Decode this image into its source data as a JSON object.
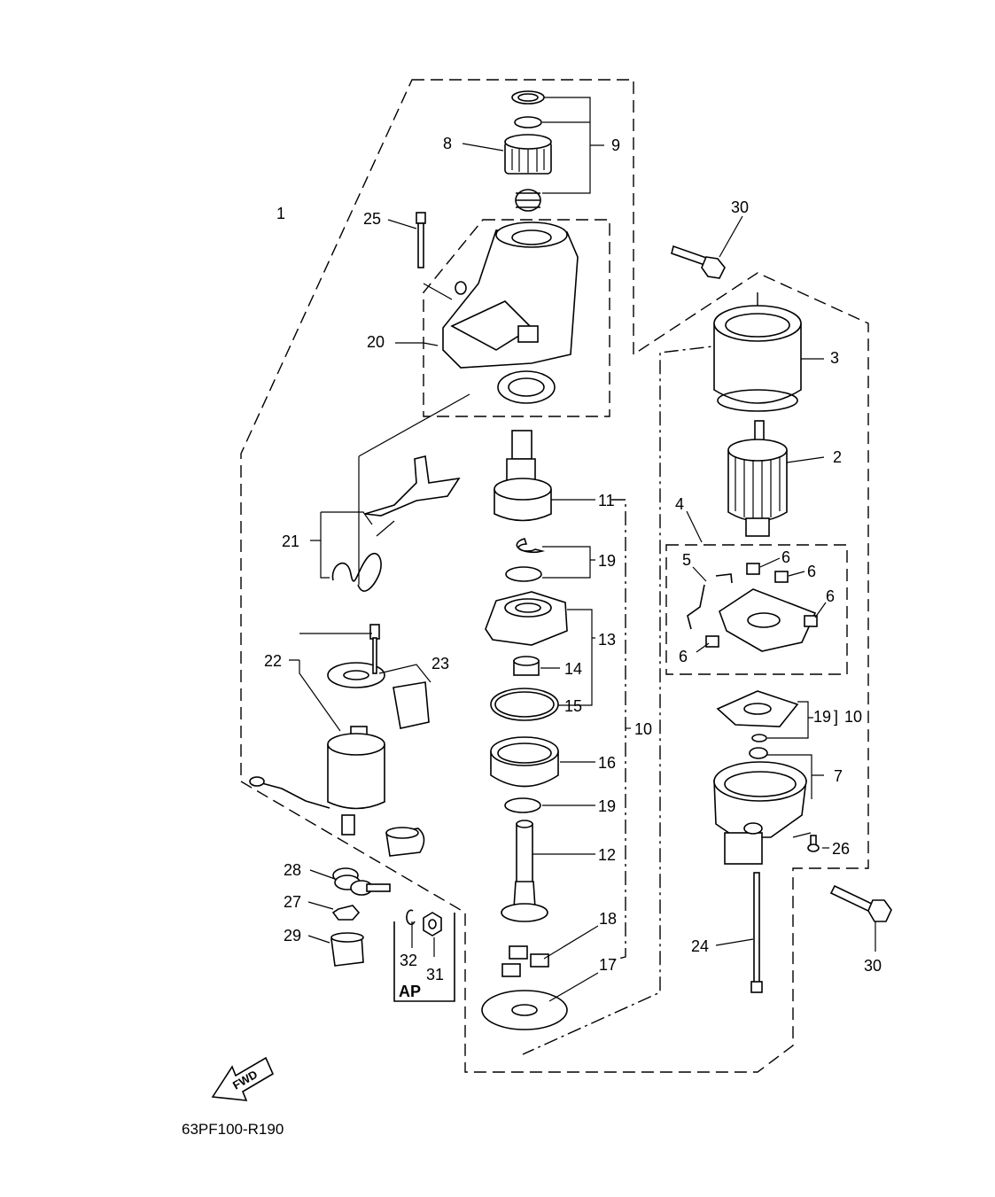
{
  "diagram_code": "63PF100-R190",
  "direction_arrow_label": "FWD",
  "sub_kit_label": "AP",
  "callouts": {
    "c1": "1",
    "c2": "2",
    "c3": "3",
    "c4": "4",
    "c5": "5",
    "c6a": "6",
    "c6b": "6",
    "c6c": "6",
    "c6d": "6",
    "c7": "7",
    "c8": "8",
    "c9": "9",
    "c10a": "10",
    "c10b": "10",
    "c11": "11",
    "c12": "12",
    "c13": "13",
    "c14": "14",
    "c15": "15",
    "c16": "16",
    "c17": "17",
    "c18": "18",
    "c19a": "19",
    "c19b": "19",
    "c19c": "19",
    "c20": "20",
    "c21": "21",
    "c22": "22",
    "c23": "23",
    "c24": "24",
    "c25": "25",
    "c26": "26",
    "c27": "27",
    "c28": "28",
    "c29": "29",
    "c30a": "30",
    "c30b": "30",
    "c31": "31",
    "c32": "32"
  },
  "icons": {
    "fwd_arrow": "fwd-arrow-icon"
  }
}
